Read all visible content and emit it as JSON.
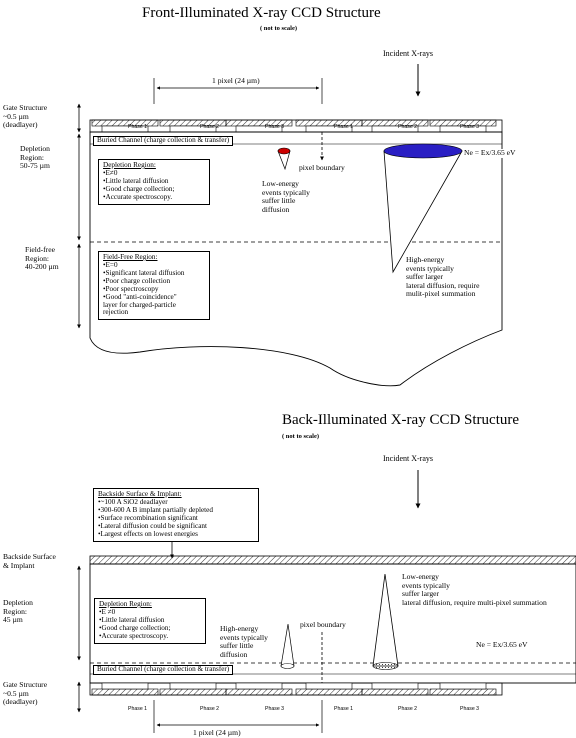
{
  "front": {
    "title": "Front-Illuminated X-ray CCD Structure",
    "subtitle": "( not to scale)",
    "incident": "Incident X-rays",
    "pixel_size": "1 pixel (24  µm)",
    "phases": [
      "Phase 1",
      "Phase 2",
      "Phase 3",
      "Phase 1",
      "Phase 2",
      "Phase 3"
    ],
    "gate_label": [
      "Gate Structure",
      "~0.5 µm",
      "(deadlayer)"
    ],
    "depletion_label": [
      "Depletion",
      "Region:",
      "50-75 µm"
    ],
    "fieldfree_label": [
      "Field-free",
      "Region:",
      "40-200 µm"
    ],
    "buried_channel": "Buried Channel (charge collection & transfer)",
    "pixel_boundary": "pixel boundary",
    "ne_formula": "Ne = Ex/3.65 eV",
    "depletion_box": {
      "heading": "Depletion Region:",
      "items": [
        "E≠0",
        "Little lateral diffusion",
        "Good charge collection;",
        "Accurate spectroscopy."
      ]
    },
    "fieldfree_box": {
      "heading": "Field-Free Region:",
      "items": [
        "E=0",
        "Significant lateral diffusion",
        "Poor charge collection",
        "Poor spectroscopy",
        "Good \"anti-coincidence\"",
        "layer for charged-particle",
        "rejection"
      ]
    },
    "low_energy_note": [
      "Low-energy",
      "events typically",
      "suffer little",
      "diffusion"
    ],
    "high_energy_note": [
      "High-energy",
      "events typically",
      "suffer larger",
      "lateral diffusion, require",
      "mulit-pixel summation"
    ]
  },
  "back": {
    "title": "Back-Illuminated X-ray CCD Structure",
    "subtitle": "( not to scale)",
    "incident": "Incident X-rays",
    "pixel_size": "1 pixel (24  µm)",
    "phases": [
      "Phase 1",
      "Phase 2",
      "Phase 3",
      "Phase 1",
      "Phase 2",
      "Phase 3"
    ],
    "backside_label": [
      "Backside Surface",
      "& Implant"
    ],
    "depletion_label": [
      "Depletion",
      "Region:",
      "45 µm"
    ],
    "gate_label": [
      "Gate Structure",
      "~0.5 µm",
      "(deadlayer)"
    ],
    "buried_channel": "Buried Channel (charge collection & transfer)",
    "pixel_boundary": "pixel boundary",
    "ne_formula": "Ne = Ex/3.65 eV",
    "backside_box": {
      "heading": "Backside Surface & Implant:",
      "items": [
        "~100 A SiO2 deadlayer",
        "300-600 A B implant partially depleted",
        "Surface recombination significant",
        "Lateral diffusion could be significant",
        "Largest effects on lowest energies"
      ]
    },
    "depletion_box": {
      "heading": "Depletion Region:",
      "items": [
        "E ≠0",
        "Little lateral diffusion",
        "Good charge collection;",
        "Accurate spectroscopy."
      ]
    },
    "high_energy_note": [
      "High-energy",
      "events typically",
      "suffer little",
      "diffusion"
    ],
    "low_energy_note": [
      "Low-energy",
      "events typically",
      "suffer larger",
      "lateral diffusion, require multi-pixel summation"
    ]
  }
}
